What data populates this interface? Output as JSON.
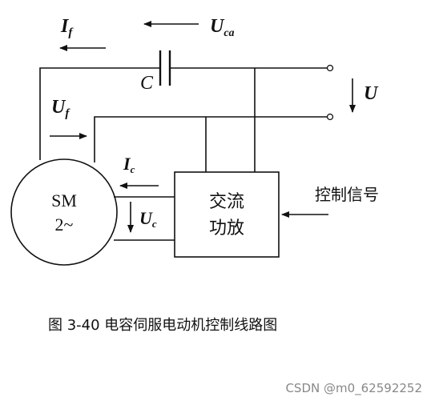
{
  "labels": {
    "if_main": "I",
    "if_sub": "f",
    "uca_main": "U",
    "uca_sub": "ca",
    "capacitor": "C",
    "u_right": "U",
    "uf_main": "U",
    "uf_sub": "f",
    "ic_main": "I",
    "ic_sub": "c",
    "uc_main": "U",
    "uc_sub": "c",
    "motor_line1": "SM",
    "motor_line2": "2~",
    "amp_line1": "交流",
    "amp_line2": "功放",
    "control_signal": "控制信号"
  },
  "caption": "图 3-40 电容伺服电动机控制线路图",
  "watermark": "CSDN @m0_62592252",
  "colors": {
    "line": "#111111",
    "text": "#111111",
    "watermark": "#888888"
  }
}
